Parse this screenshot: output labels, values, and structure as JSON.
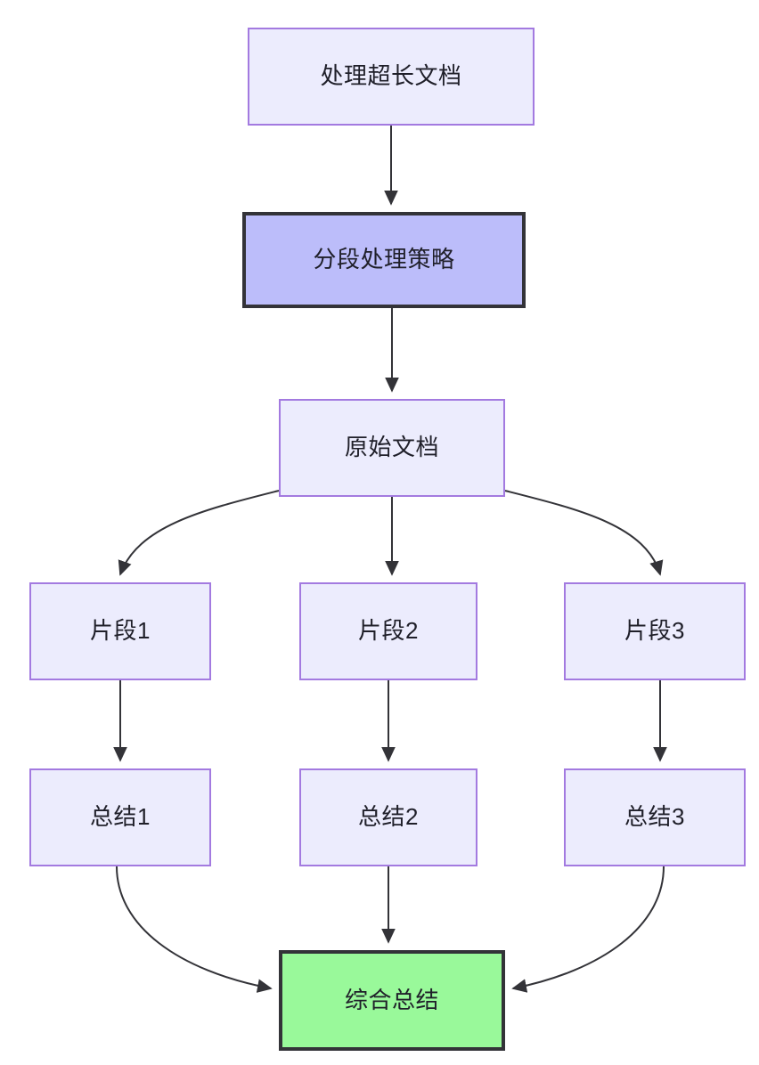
{
  "diagram": {
    "type": "flowchart",
    "direction": "top-down",
    "background_color": "#ffffff",
    "styles": {
      "node_fill": "#ececfd",
      "node_border": "#a37ae0",
      "highlight_fill": "#bcbdfa",
      "highlight_border": "#333338",
      "result_fill": "#99f99a",
      "result_border": "#333338",
      "edge_color": "#333338",
      "text_color": "#1f1f29"
    },
    "nodes": [
      {
        "id": "doc",
        "label": "处理超长文档",
        "style": "normal"
      },
      {
        "id": "strategy",
        "label": "分段处理策略",
        "style": "highlight"
      },
      {
        "id": "source",
        "label": "原始文档",
        "style": "normal"
      },
      {
        "id": "frag1",
        "label": "片段1",
        "style": "normal"
      },
      {
        "id": "frag2",
        "label": "片段2",
        "style": "normal"
      },
      {
        "id": "frag3",
        "label": "片段3",
        "style": "normal"
      },
      {
        "id": "sum1",
        "label": "总结1",
        "style": "normal"
      },
      {
        "id": "sum2",
        "label": "总结2",
        "style": "normal"
      },
      {
        "id": "sum3",
        "label": "总结3",
        "style": "normal"
      },
      {
        "id": "final",
        "label": "综合总结",
        "style": "result"
      }
    ],
    "edges": [
      {
        "from": "doc",
        "to": "strategy",
        "shape": "straight"
      },
      {
        "from": "strategy",
        "to": "source",
        "shape": "straight"
      },
      {
        "from": "source",
        "to": "frag1",
        "shape": "curve-left"
      },
      {
        "from": "source",
        "to": "frag2",
        "shape": "straight"
      },
      {
        "from": "source",
        "to": "frag3",
        "shape": "curve-right"
      },
      {
        "from": "frag1",
        "to": "sum1",
        "shape": "straight"
      },
      {
        "from": "frag2",
        "to": "sum2",
        "shape": "straight"
      },
      {
        "from": "frag3",
        "to": "sum3",
        "shape": "straight"
      },
      {
        "from": "sum1",
        "to": "final",
        "shape": "curve-right-in"
      },
      {
        "from": "sum2",
        "to": "final",
        "shape": "straight"
      },
      {
        "from": "sum3",
        "to": "final",
        "shape": "curve-left-in"
      }
    ]
  }
}
